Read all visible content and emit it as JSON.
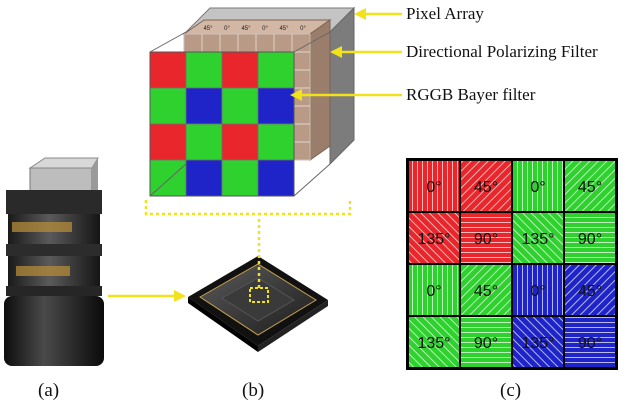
{
  "figure": {
    "captions": {
      "a": "(a)",
      "b": "(b)",
      "c": "(c)"
    },
    "callouts": {
      "pixel_array": "Pixel Array",
      "polarizing_filter": "Directional Polarizing Filter",
      "bayer_filter": "RGGB Bayer filter"
    },
    "colors": {
      "red": "#e8262b",
      "green": "#2ed12e",
      "blue": "#1f24c9",
      "arrow": "#f2e21b",
      "pixel_array": "#9a9a9a",
      "polarizer": "#b99a86"
    }
  },
  "polar_grid": {
    "cells": [
      {
        "label": "0°",
        "color": "red",
        "hatch": "vertical"
      },
      {
        "label": "45°",
        "color": "red",
        "hatch": "diagonal"
      },
      {
        "label": "0°",
        "color": "green",
        "hatch": "vertical"
      },
      {
        "label": "45°",
        "color": "green",
        "hatch": "diagonal"
      },
      {
        "label": "135°",
        "color": "red",
        "hatch": "antidiagonal"
      },
      {
        "label": "90°",
        "color": "red",
        "hatch": "horizontal"
      },
      {
        "label": "135°",
        "color": "green",
        "hatch": "antidiagonal"
      },
      {
        "label": "90°",
        "color": "green",
        "hatch": "horizontal"
      },
      {
        "label": "0°",
        "color": "green",
        "hatch": "vertical"
      },
      {
        "label": "45°",
        "color": "green",
        "hatch": "diagonal"
      },
      {
        "label": "0°",
        "color": "blue",
        "hatch": "vertical"
      },
      {
        "label": "45°",
        "color": "blue",
        "hatch": "diagonal"
      },
      {
        "label": "135°",
        "color": "green",
        "hatch": "antidiagonal"
      },
      {
        "label": "90°",
        "color": "green",
        "hatch": "horizontal"
      },
      {
        "label": "135°",
        "color": "blue",
        "hatch": "antidiagonal"
      },
      {
        "label": "90°",
        "color": "blue",
        "hatch": "horizontal"
      }
    ]
  },
  "bayer_front": {
    "rows": [
      [
        "red",
        "green",
        "red",
        "green"
      ],
      [
        "green",
        "blue",
        "green",
        "blue"
      ],
      [
        "red",
        "green",
        "red",
        "green"
      ],
      [
        "green",
        "blue",
        "green",
        "blue"
      ]
    ]
  },
  "polarizer_labels": [
    "45°",
    "0°",
    "45°",
    "0°",
    "45°",
    "0°"
  ]
}
